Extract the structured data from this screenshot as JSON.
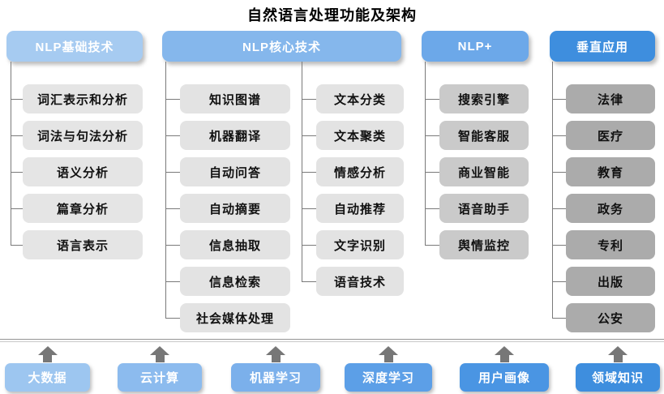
{
  "title": "自然语言处理功能及架构",
  "colors": {
    "background": "#ffffff",
    "header_text": "#ffffff",
    "item_text": "#111111",
    "connector": "#7a7a7a",
    "divider": "#9a9a9a",
    "arrow": "#777777"
  },
  "columns": [
    {
      "header": "NLP基础技术",
      "header_color": "#A6CBF1",
      "item_color": "#E5E5E5",
      "sub_columns": [
        [
          "词汇表示和分析",
          "词法与句法分析",
          "语义分析",
          "篇章分析",
          "语言表示"
        ]
      ]
    },
    {
      "header": "NLP核心技术",
      "header_color": "#85B7EC",
      "item_color": "#E3E3E3",
      "sub_columns": [
        [
          "知识图谱",
          "机器翻译",
          "自动问答",
          "自动摘要",
          "信息抽取",
          "信息检索",
          "社会媒体处理"
        ],
        [
          "文本分类",
          "文本聚类",
          "情感分析",
          "自动推荐",
          "文字识别",
          "语音技术"
        ]
      ]
    },
    {
      "header": "NLP+",
      "header_color": "#6CA8E9",
      "item_color": "#CACACA",
      "sub_columns": [
        [
          "搜索引擎",
          "智能客服",
          "商业智能",
          "语音助手",
          "舆情监控"
        ]
      ]
    },
    {
      "header": "垂直应用",
      "header_color": "#3E8EDE",
      "item_color": "#ABABAB",
      "sub_columns": [
        [
          "法律",
          "医疗",
          "教育",
          "政务",
          "专利",
          "出版",
          "公安"
        ]
      ]
    }
  ],
  "foundation": {
    "items": [
      {
        "label": "大数据",
        "color": "#9DC6F0"
      },
      {
        "label": "云计算",
        "color": "#8CBBEE"
      },
      {
        "label": "机器学习",
        "color": "#7BB0EB"
      },
      {
        "label": "深度学习",
        "color": "#5C9FE7"
      },
      {
        "label": "用户画像",
        "color": "#4A95E3"
      },
      {
        "label": "领域知识",
        "color": "#3E8EDE"
      }
    ]
  }
}
